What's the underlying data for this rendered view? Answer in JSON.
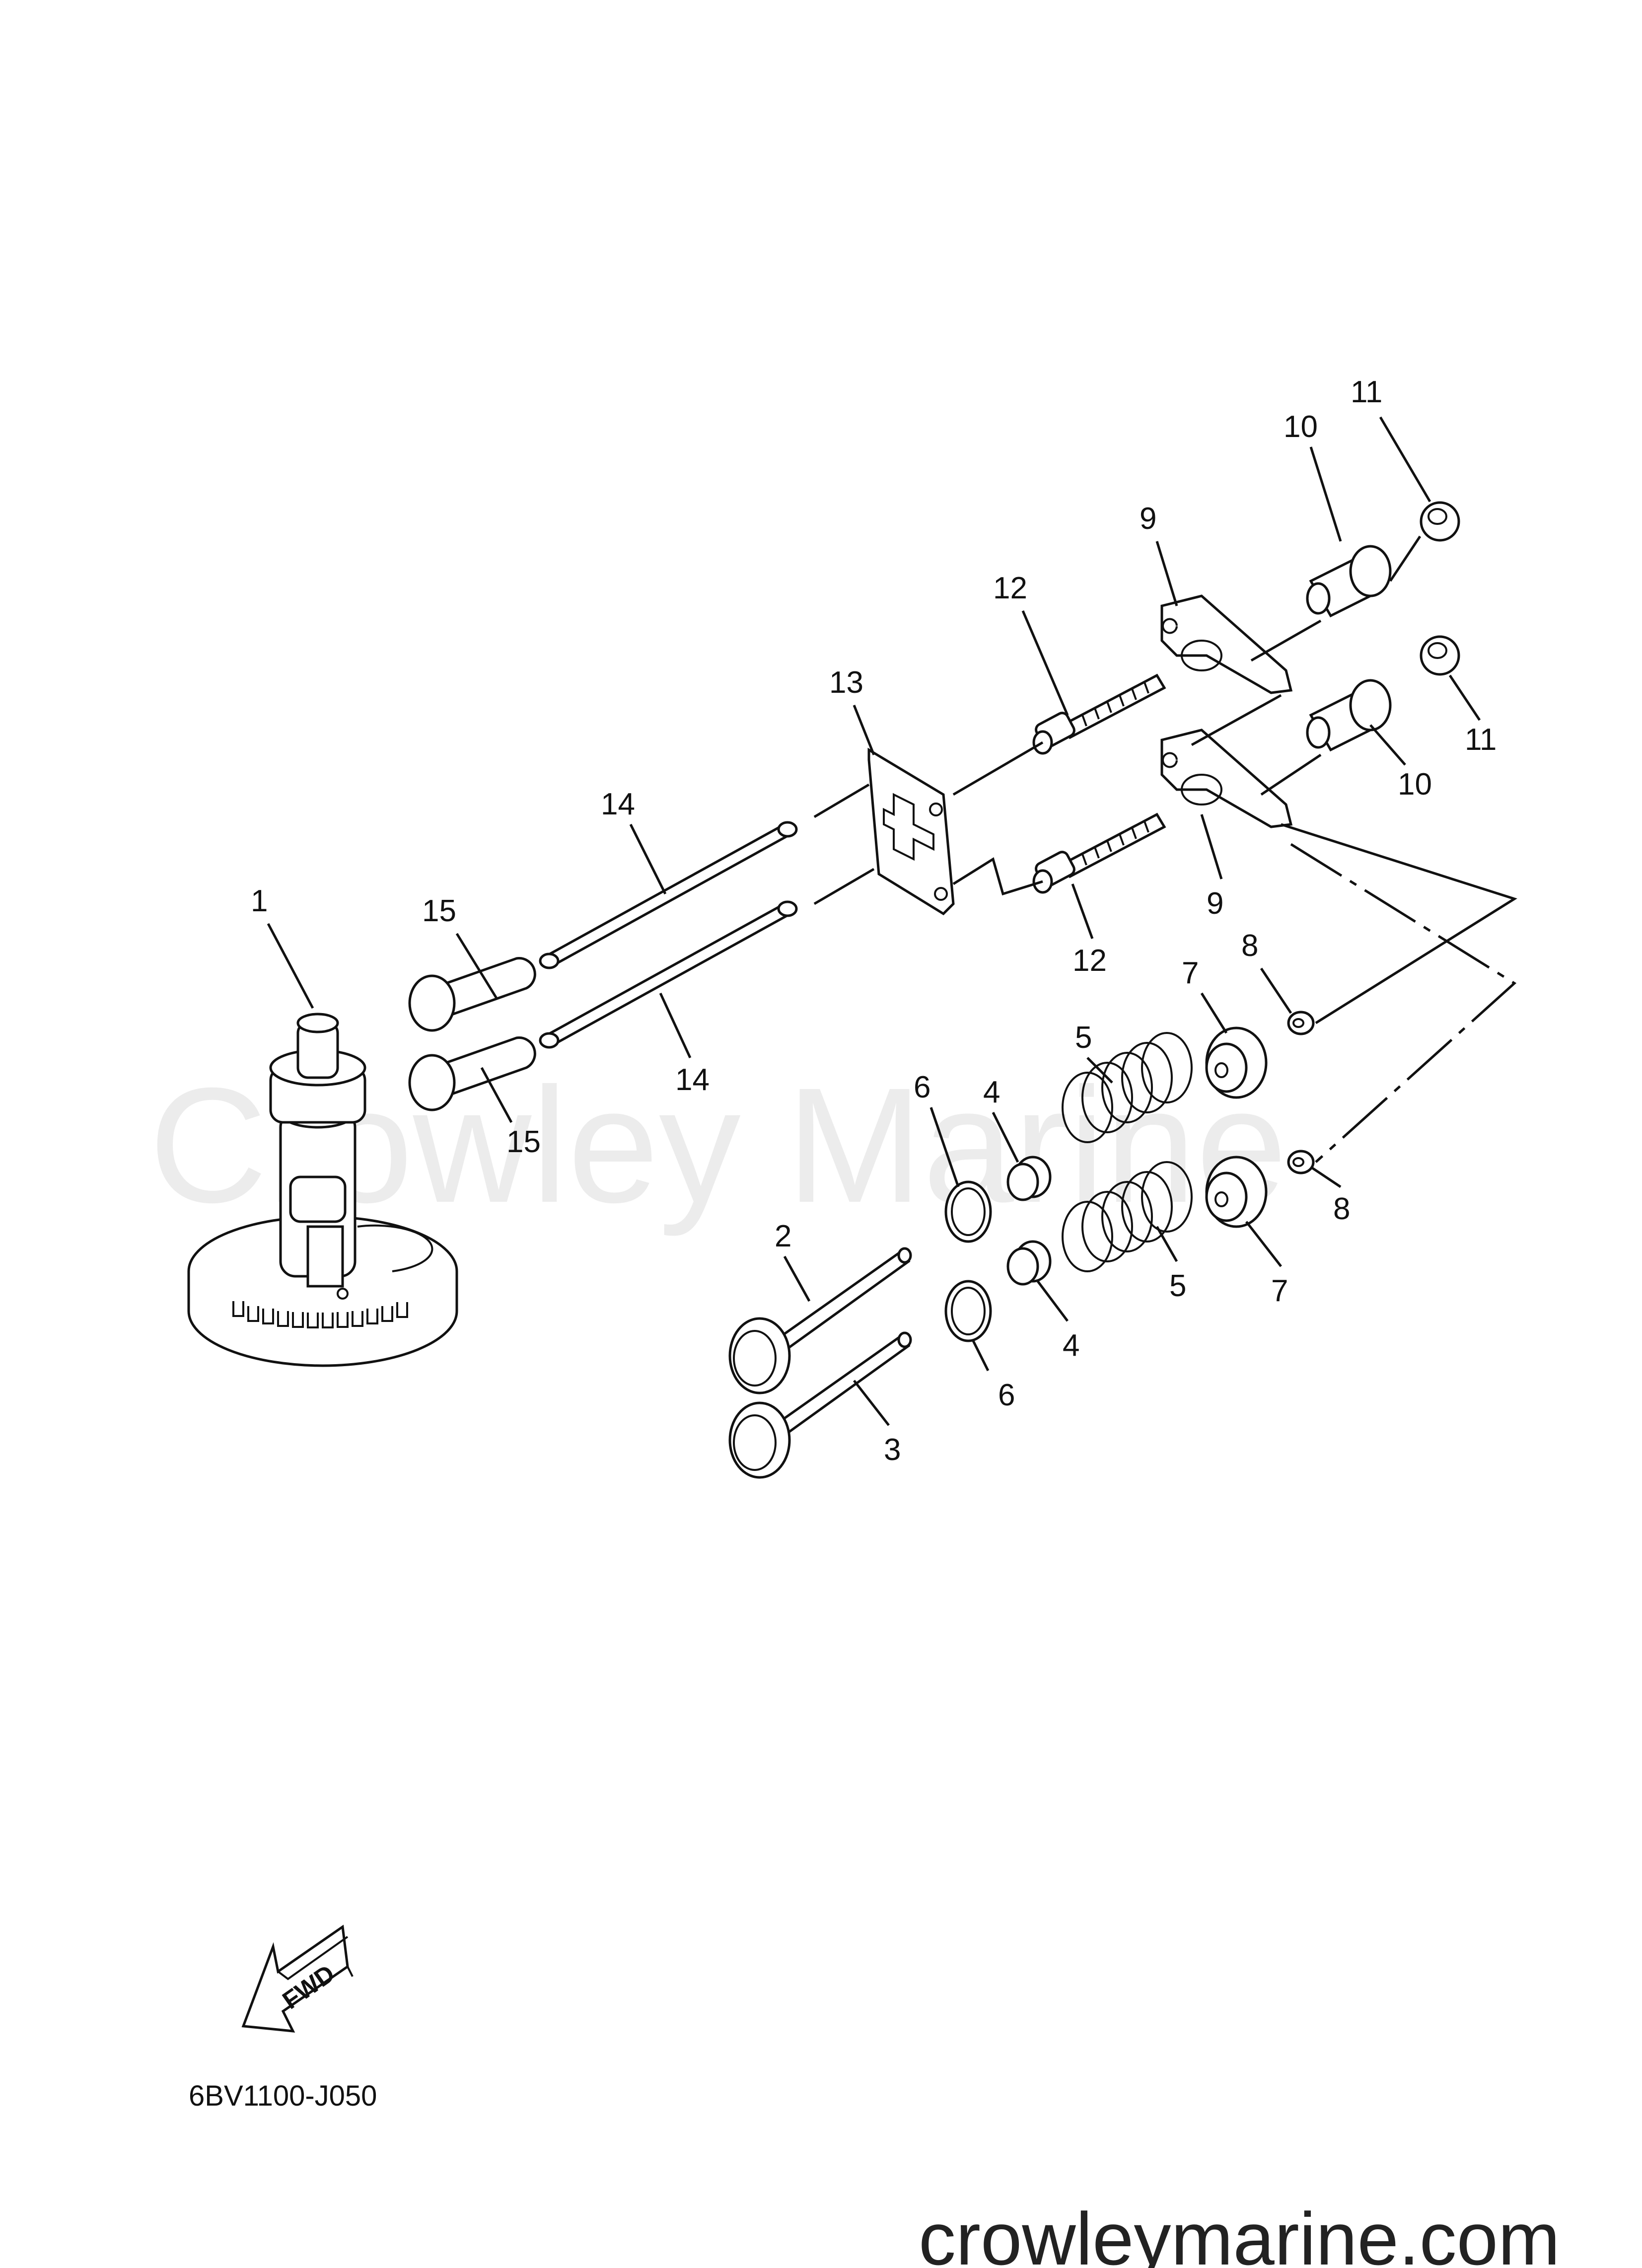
{
  "diagram": {
    "part_numbers": [
      "1",
      "2",
      "3",
      "4",
      "5",
      "6",
      "7",
      "8",
      "9",
      "10",
      "11",
      "12",
      "13",
      "14",
      "15"
    ],
    "callouts": [
      {
        "id": "c1",
        "number": "1"
      },
      {
        "id": "c2",
        "number": "2"
      },
      {
        "id": "c3",
        "number": "3"
      },
      {
        "id": "c4a",
        "number": "4"
      },
      {
        "id": "c4b",
        "number": "4"
      },
      {
        "id": "c5a",
        "number": "5"
      },
      {
        "id": "c5b",
        "number": "5"
      },
      {
        "id": "c6a",
        "number": "6"
      },
      {
        "id": "c6b",
        "number": "6"
      },
      {
        "id": "c7a",
        "number": "7"
      },
      {
        "id": "c7b",
        "number": "7"
      },
      {
        "id": "c8a",
        "number": "8"
      },
      {
        "id": "c8b",
        "number": "8"
      },
      {
        "id": "c9a",
        "number": "9"
      },
      {
        "id": "c9b",
        "number": "9"
      },
      {
        "id": "c10a",
        "number": "10"
      },
      {
        "id": "c10b",
        "number": "10"
      },
      {
        "id": "c11a",
        "number": "11"
      },
      {
        "id": "c11b",
        "number": "11"
      },
      {
        "id": "c12a",
        "number": "12"
      },
      {
        "id": "c12b",
        "number": "12"
      },
      {
        "id": "c13",
        "number": "13"
      },
      {
        "id": "c14a",
        "number": "14"
      },
      {
        "id": "c14b",
        "number": "14"
      },
      {
        "id": "c15a",
        "number": "15"
      },
      {
        "id": "c15b",
        "number": "15"
      }
    ],
    "fwd_label": "FWD",
    "diagram_code": "6BV1100-J050"
  },
  "watermark": "Crowley Marine",
  "footer": {
    "site": "crowleymarine.com"
  },
  "colors": {
    "line": "#111111",
    "watermark": "#ececec",
    "background": "#ffffff"
  }
}
